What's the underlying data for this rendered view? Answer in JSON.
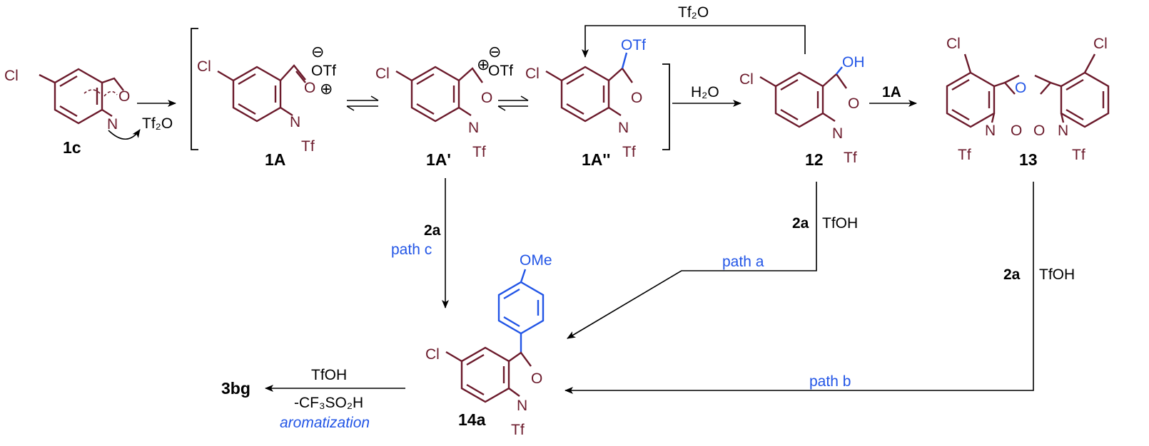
{
  "colors": {
    "molecule": "#6b1a2b",
    "blue": "#2255e6",
    "black": "#000000"
  },
  "compounds": {
    "c1c": "1c",
    "a1A": "1A",
    "a1Ap": "1A'",
    "a1App": "1A''",
    "c12": "12",
    "c13": "13",
    "c14a": "14a",
    "c3bg": "3bg"
  },
  "atoms": {
    "cl": "Cl",
    "o": "O",
    "n": "N",
    "tf": "Tf",
    "otf": "OTf",
    "oh": "OH",
    "ome": "OMe"
  },
  "charges": {
    "plus": "⊕",
    "minus": "⊖"
  },
  "reagents": {
    "tf2o_1": "Tf₂O",
    "tf2o_top": "Tf₂O",
    "h2o": "H₂O",
    "onea": "1A",
    "twoa_c": "2a",
    "twoa_a": "2a",
    "twoa_b": "2a",
    "tfoh_a": "TfOH",
    "tfoh_b": "TfOH",
    "tfoh_last": "TfOH",
    "cf3so2h": "-CF₃SO₂H"
  },
  "paths": {
    "a": "path a",
    "b": "path b",
    "c": "path c",
    "aromatization": "aromatization"
  }
}
